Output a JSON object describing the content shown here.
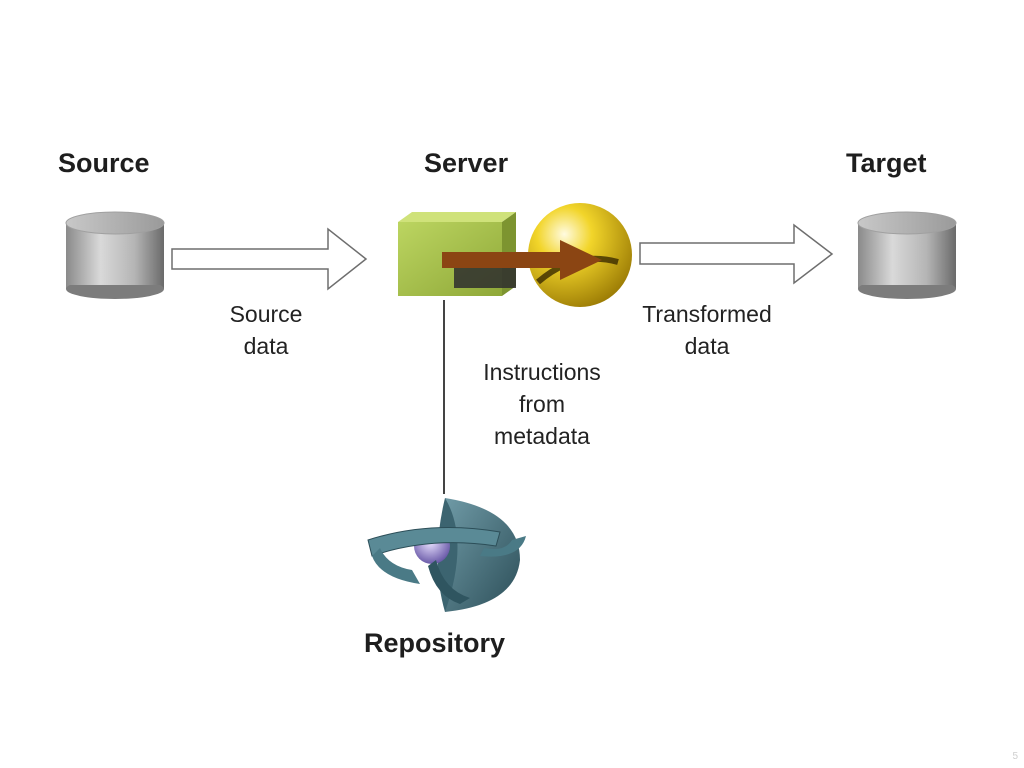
{
  "headings": {
    "source": "Source",
    "server": "Server",
    "target": "Target",
    "repository": "Repository"
  },
  "captions": {
    "source_data": [
      "Source",
      "data"
    ],
    "transformed_data": [
      "Transformed",
      "data"
    ],
    "instructions": [
      "Instructions",
      "from",
      "metadata"
    ]
  },
  "colors": {
    "cylinder_light": "#d8d8d8",
    "cylinder_dark": "#6e6e6e",
    "server_box": "#a9c24a",
    "server_sphere": "#e6c51b",
    "server_arrow": "#8b4513",
    "repository": "#4d7a86",
    "arrow_outline": "#6e6e6e"
  },
  "icons": {
    "source": "database-cylinder-icon",
    "target": "database-cylinder-icon",
    "server": "server-engine-icon",
    "repository": "repository-globe-icon"
  },
  "page_number": "5"
}
